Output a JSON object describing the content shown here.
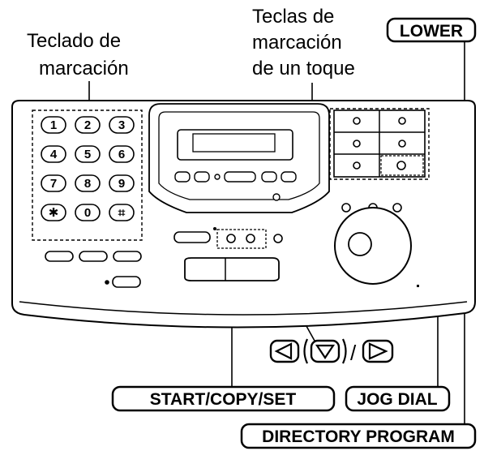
{
  "labels": {
    "dial_keypad": [
      "Teclado de",
      "marcación"
    ],
    "one_touch_keys": [
      "Teclas de",
      "marcación",
      "de un toque"
    ],
    "lower": "LOWER",
    "start_copy_set": "START/COPY/SET",
    "jog_dial": "JOG DIAL",
    "directory_program": "DIRECTORY PROGRAM",
    "nav_separator": "/"
  },
  "keypad": {
    "keys": [
      "1",
      "2",
      "3",
      "4",
      "5",
      "6",
      "7",
      "8",
      "9",
      "✱",
      "0",
      "⌗"
    ]
  },
  "icons": {
    "left_arrow": "triangle-left-icon",
    "down_arrow": "triangle-down-icon",
    "right_arrow": "triangle-right-icon"
  }
}
